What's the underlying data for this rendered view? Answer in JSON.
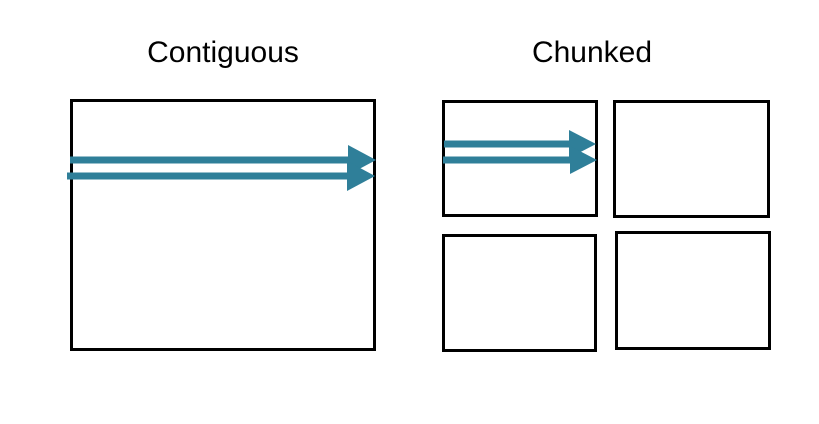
{
  "diagram": {
    "background": "#ffffff",
    "border_color": "#000000",
    "arrow_color": "#2f7f99",
    "panels": [
      {
        "id": "contiguous",
        "title": "Contiguous",
        "block_count": 1,
        "read_arrow_count": 2,
        "description": "single large block; two read arrows span the full block width"
      },
      {
        "id": "chunked",
        "title": "Chunked",
        "block_count": 4,
        "read_arrow_count": 2,
        "description": "2x2 grid of chunk blocks; two read arrows span only the top-left chunk"
      }
    ]
  }
}
